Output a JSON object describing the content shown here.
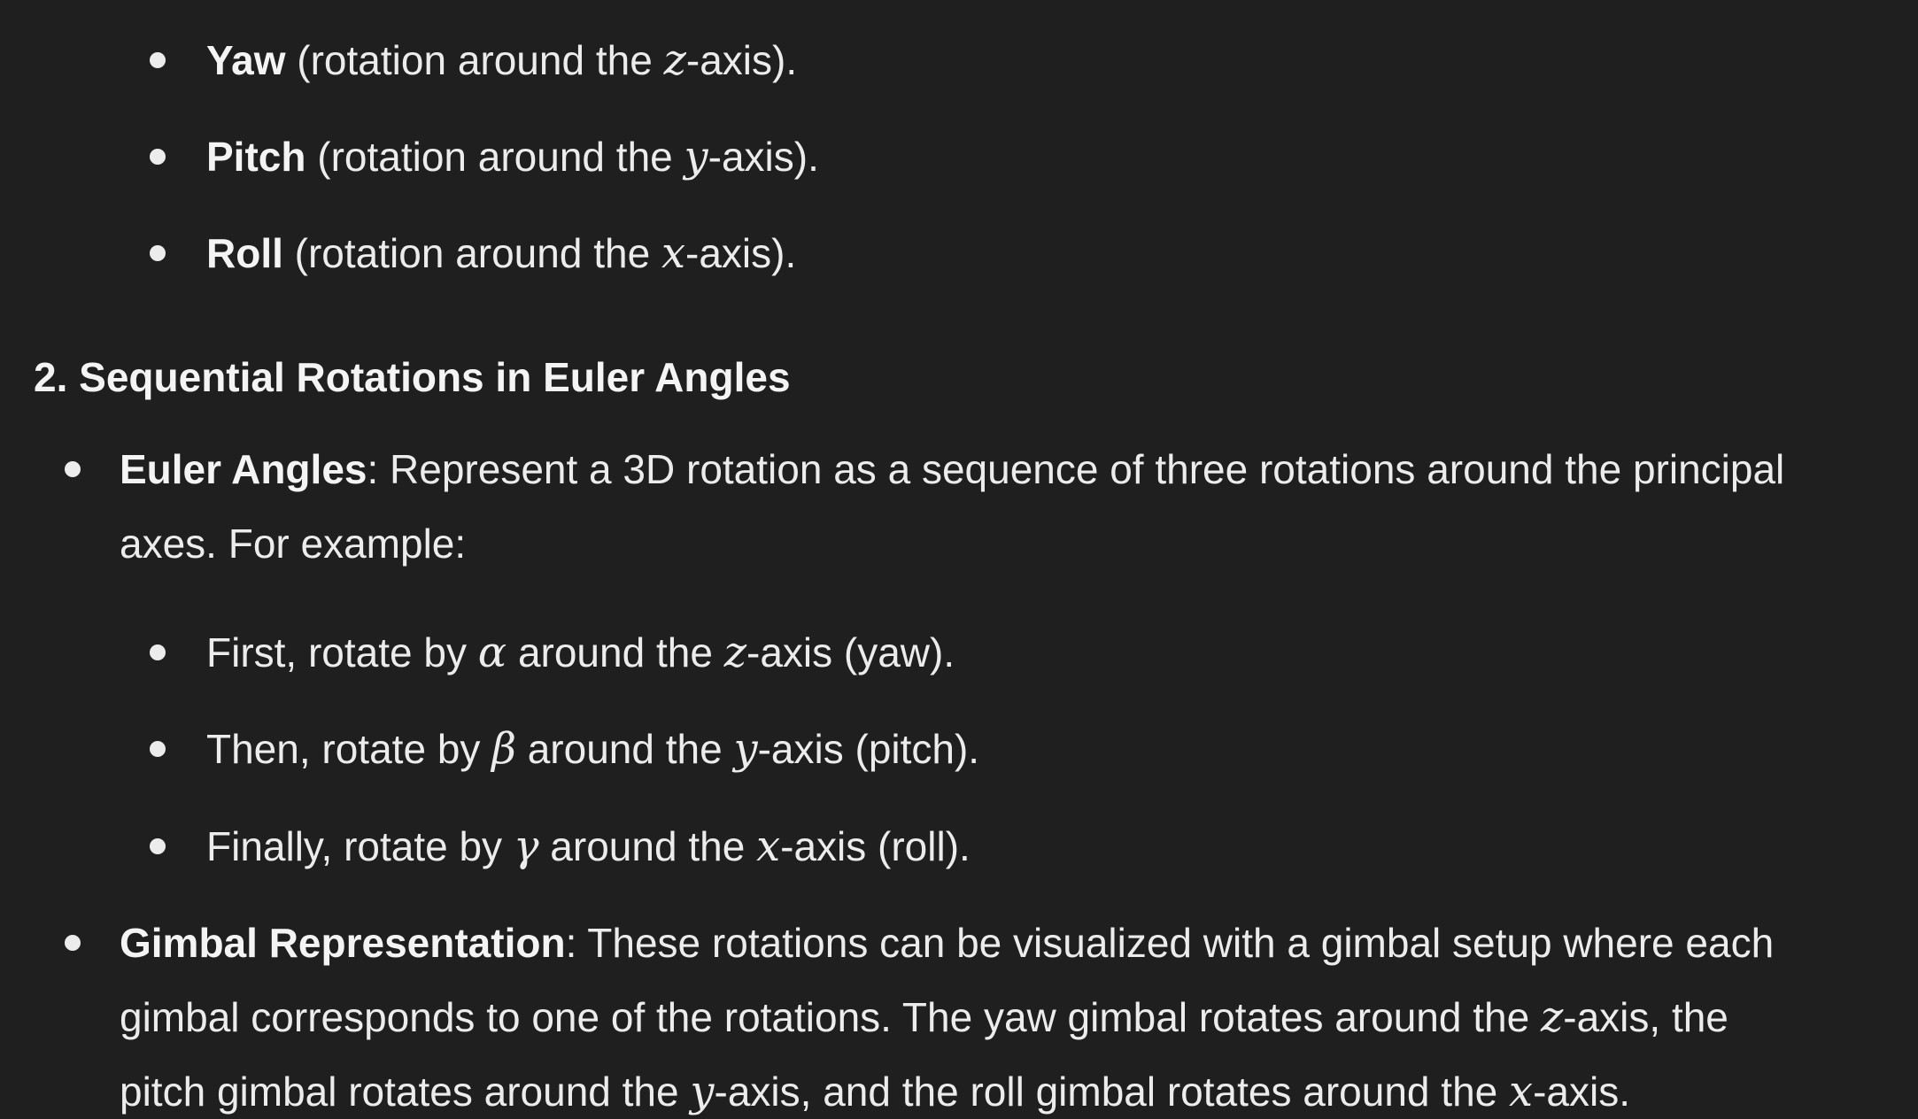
{
  "top_list": [
    {
      "term": "Yaw",
      "pre": " (rotation around the ",
      "axis": "z",
      "post": "-axis)."
    },
    {
      "term": "Pitch",
      "pre": " (rotation around the ",
      "axis": "y",
      "post": "-axis)."
    },
    {
      "term": "Roll",
      "pre": " (rotation around the ",
      "axis": "x",
      "post": "-axis)."
    }
  ],
  "section_heading": "2. Sequential Rotations in Euler Angles",
  "euler": {
    "term": "Euler Angles",
    "line1": ": Represent a 3D rotation as a sequence of three rotations around the principal",
    "line2": "axes. For example:"
  },
  "steps": [
    {
      "pre": "First, rotate by ",
      "angle": "α",
      "mid": " around the ",
      "axis": "z",
      "post": "-axis (yaw)."
    },
    {
      "pre": "Then, rotate by ",
      "angle": "β",
      "mid": " around the ",
      "axis": "y",
      "post": "-axis (pitch)."
    },
    {
      "pre": "Finally, rotate by ",
      "angle": "γ",
      "mid": " around the ",
      "axis": "x",
      "post": "-axis (roll)."
    }
  ],
  "gimbal": {
    "term": "Gimbal Representation",
    "line1": ": These rotations can be visualized with a gimbal setup where each",
    "line2_pre": "gimbal corresponds to one of the rotations. The yaw gimbal rotates around the ",
    "line2_axis": "z",
    "line2_post": "-axis, the",
    "line3_pre": "pitch gimbal rotates around the ",
    "line3_axis1": "y",
    "line3_mid": "-axis, and the roll gimbal rotates around the ",
    "line3_axis2": "x",
    "line3_post": "-axis."
  }
}
